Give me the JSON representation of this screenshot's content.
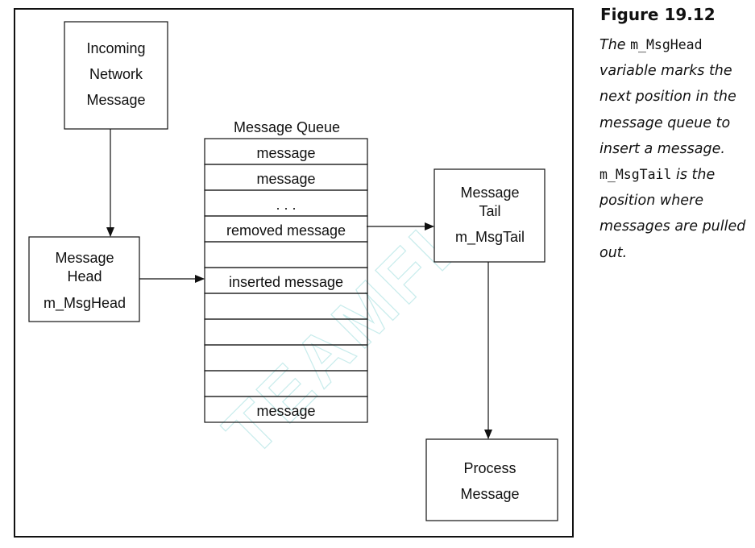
{
  "diagram": {
    "incoming": {
      "line1": "Incoming",
      "line2": "Network",
      "line3": "Message"
    },
    "head": {
      "line1": "Message",
      "line2": "Head",
      "line3": "m_MsgHead"
    },
    "queue": {
      "title": "Message Queue",
      "rows": [
        "message",
        "message",
        ". . .",
        "removed message",
        "",
        "inserted message",
        "",
        "",
        "",
        "",
        "message"
      ]
    },
    "tail": {
      "line1": "Message",
      "line2": "Tail",
      "line3": "m_MsgTail"
    },
    "process": {
      "line1": "Process",
      "line2": "Message"
    },
    "watermark": "TEAMFLY"
  },
  "caption": {
    "title": "Figure 19.12",
    "body": [
      {
        "style": "italic",
        "text": "The "
      },
      {
        "style": "mono",
        "text": "m_MsgHead"
      },
      {
        "style": "italic",
        "text": " variable marks the next position in the message queue to insert a message. "
      },
      {
        "style": "mono",
        "text": "m_MsgTail"
      },
      {
        "style": "italic",
        "text": " is the position where messages are pulled out."
      }
    ]
  }
}
